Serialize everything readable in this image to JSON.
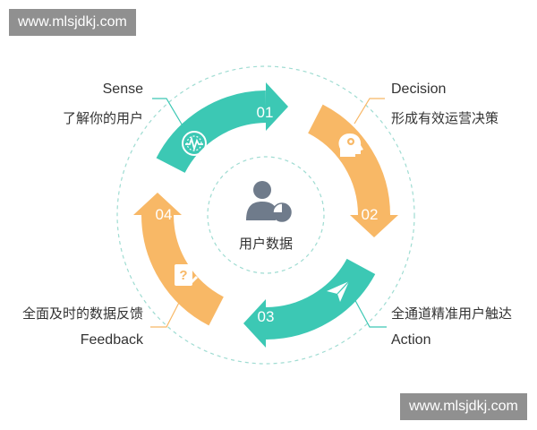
{
  "watermarks": {
    "top": "www.mlsjdkj.com",
    "bottom": "www.mlsjdkj.com"
  },
  "center": {
    "label": "用户数据"
  },
  "stages": [
    {
      "number": "01",
      "title": "Sense",
      "desc": "了解你的用户",
      "color": "#3cc8b4",
      "icon": "radar-icon"
    },
    {
      "number": "02",
      "title": "Decision",
      "desc": "形成有效运营决策",
      "color": "#f8b866",
      "icon": "head-brain-icon"
    },
    {
      "number": "03",
      "title": "Action",
      "desc": "全通道精准用户触达",
      "color": "#3cc8b4",
      "icon": "paper-plane-icon"
    },
    {
      "number": "04",
      "title": "Feedback",
      "desc": "全面及时的数据反馈",
      "color": "#f8b866",
      "icon": "feedback-form-icon"
    }
  ],
  "colors": {
    "teal": "#3cc8b4",
    "orange": "#f8b866",
    "dashed": "#9fdcd2",
    "person": "#6f7b8b"
  }
}
